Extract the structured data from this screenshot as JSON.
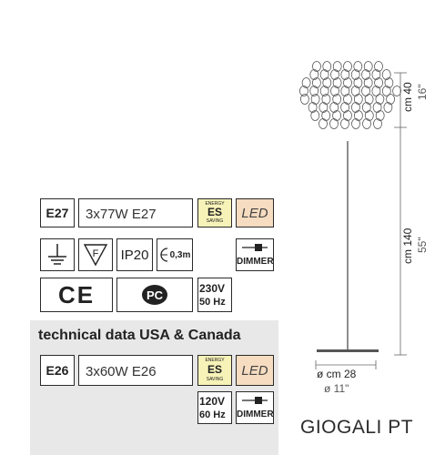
{
  "specs_eu": {
    "socket": "E27",
    "bulbs": "3x77W E27",
    "energy_top": "ENERGY",
    "energy_es": "ES",
    "energy_bottom": "SAVING",
    "led": "LED",
    "ip": "IP20",
    "distance": "0,3m",
    "dimmer": "DIMMER",
    "voltage": "230V",
    "frequency": "50 Hz",
    "ce": "CE"
  },
  "specs_us": {
    "heading": "technical data USA & Canada",
    "socket": "E26",
    "bulbs": "3x60W E26",
    "energy_top": "ENERGY",
    "energy_es": "ES",
    "energy_bottom": "SAVING",
    "led": "LED",
    "voltage": "120V",
    "frequency": "60 Hz",
    "dimmer": "DIMMER"
  },
  "dimensions": {
    "shade_height_cm": "cm 40",
    "shade_height_in": "16\"",
    "total_height_cm": "cm 140",
    "total_height_in": "55\"",
    "diameter_cm": "ø cm 28",
    "diameter_in": "ø 11\""
  },
  "product_name": "GIOGALI PT"
}
